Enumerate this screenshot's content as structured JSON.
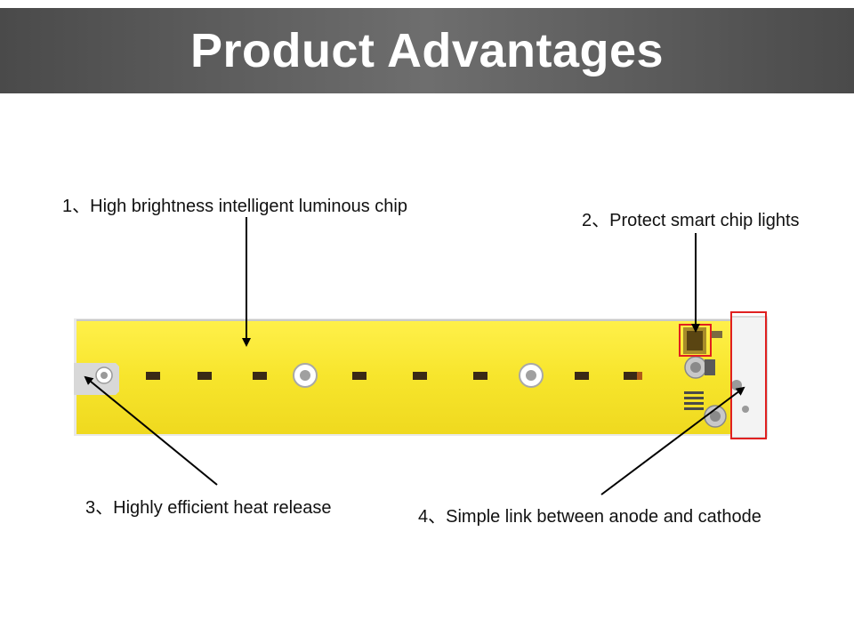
{
  "header": {
    "title": "Product Advantages",
    "background": "#5a5a5a"
  },
  "labels": {
    "chip": "1、High brightness intelligent luminous chip",
    "protect": "2、Protect smart chip lights",
    "heat": "3、Highly efficient heat release",
    "link": "4、Simple link between anode and cathode"
  },
  "board": {
    "color": "#f9e831",
    "highlight_color": "#e02020",
    "led_count": 9
  }
}
